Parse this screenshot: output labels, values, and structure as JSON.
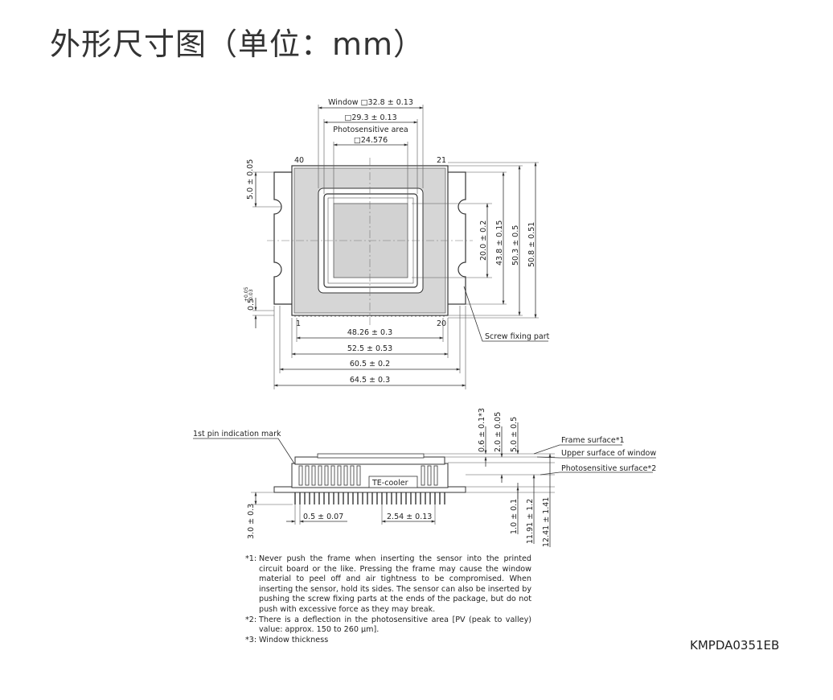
{
  "title": "外形尺寸图（单位：mm）",
  "top_view": {
    "window": "Window □32.8 ± 0.13",
    "inner_window": "□29.3 ± 0.13",
    "photosensitive_label": "Photosensitive area",
    "photosensitive_size": "□24.576",
    "pin_40": "40",
    "pin_21": "21",
    "pin_1": "1",
    "pin_20": "20",
    "dim_notch_top": "5.0 ± 0.05",
    "dim_bottom_offset": "0.5",
    "dim_bottom_offset_tol_upper": "+0.05",
    "dim_bottom_offset_tol_lower": "-0.03",
    "dim_20": "20.0 ± 0.2",
    "dim_43_8": "43.8 ± 0.15",
    "dim_50_3": "50.3 ± 0.5",
    "dim_50_8": "50.8 ± 0.51",
    "dim_48_26": "48.26 ± 0.3",
    "dim_52_5": "52.5 ± 0.53",
    "dim_60_5": "60.5 ± 0.2",
    "dim_64_5": "64.5 ± 0.3",
    "screw_label": "Screw fixing part"
  },
  "side_view": {
    "pin_mark_label": "1st pin indication mark",
    "te_cooler": "TE-cooler",
    "dim_0_6": "0.6 ± 0.1*3",
    "dim_2_0": "2.0 ± 0.05",
    "dim_5_0": "5.0 ± 0.5",
    "frame_surface": "Frame surface*1",
    "upper_window": "Upper surface of window",
    "photo_surface": "Photosensitive surface*2",
    "dim_3_0": "3.0 ± 0.3",
    "dim_0_5": "0.5 ± 0.07",
    "dim_2_54": "2.54 ± 0.13",
    "dim_1_0": "1.0 ± 0.1",
    "dim_11_91": "11.91 ± 1.2",
    "dim_12_41": "12.41 ± 1.41"
  },
  "notes": [
    {
      "mark": "*1:",
      "text": "Never push the frame when inserting the sensor into the printed circuit board or the like. Pressing the frame may cause the window material to peel off and air tightness to be compromised. When inserting the sensor, hold its sides. The sensor can also be inserted by pushing the screw fixing parts at the ends of the package, but do not push with excessive force as they may break."
    },
    {
      "mark": "*2:",
      "text": "There is a deflection in the photosensitive area [PV (peak to valley) value: approx. 150 to 260 μm]."
    },
    {
      "mark": "*3:",
      "text": "Window thickness"
    }
  ],
  "drawing_code": "KMPDA0351EB"
}
